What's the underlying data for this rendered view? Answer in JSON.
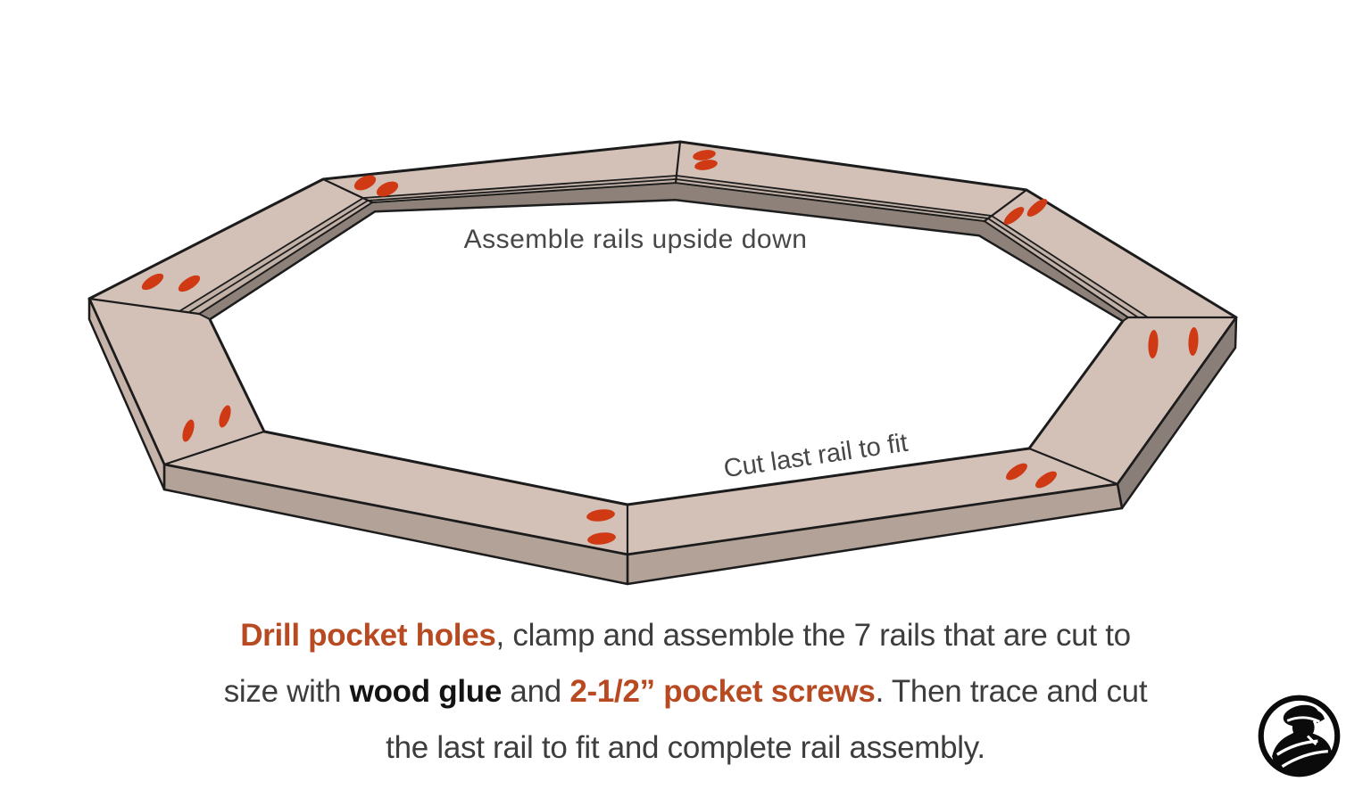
{
  "colors": {
    "page_bg": "#ffffff",
    "outline": "#1c1c1c",
    "wood_top": "#d3c1b8",
    "wood_lip": "#c2b1a7",
    "wood_inner_wall": "#8d817a",
    "wood_side": "#b3a298",
    "wood_side_light": "#c6b4aa",
    "wood_side_dark": "#8a7f78",
    "accent_red": "#cf3a15",
    "label_text": "#474747",
    "caption_text": "#3d3d3d",
    "caption_highlight": "#b84a22",
    "caption_bold": "#141414"
  },
  "diagram": {
    "labels": {
      "assemble": "Assemble rails upside down",
      "cut_last": "Cut last rail to fit"
    }
  },
  "caption": {
    "line1": {
      "highlight": "Drill pocket holes",
      "rest": ", clamp and assemble the 7 rails that are cut to"
    },
    "line2": {
      "pre": "size with ",
      "bold": "wood glue",
      "mid": " and ",
      "highlight": "2-1/2” pocket screws",
      "rest": ". Then trace and cut"
    },
    "line3": {
      "text": "the last rail to fit and complete rail assembly."
    }
  },
  "logo": {
    "name": "woodworker-badge"
  }
}
